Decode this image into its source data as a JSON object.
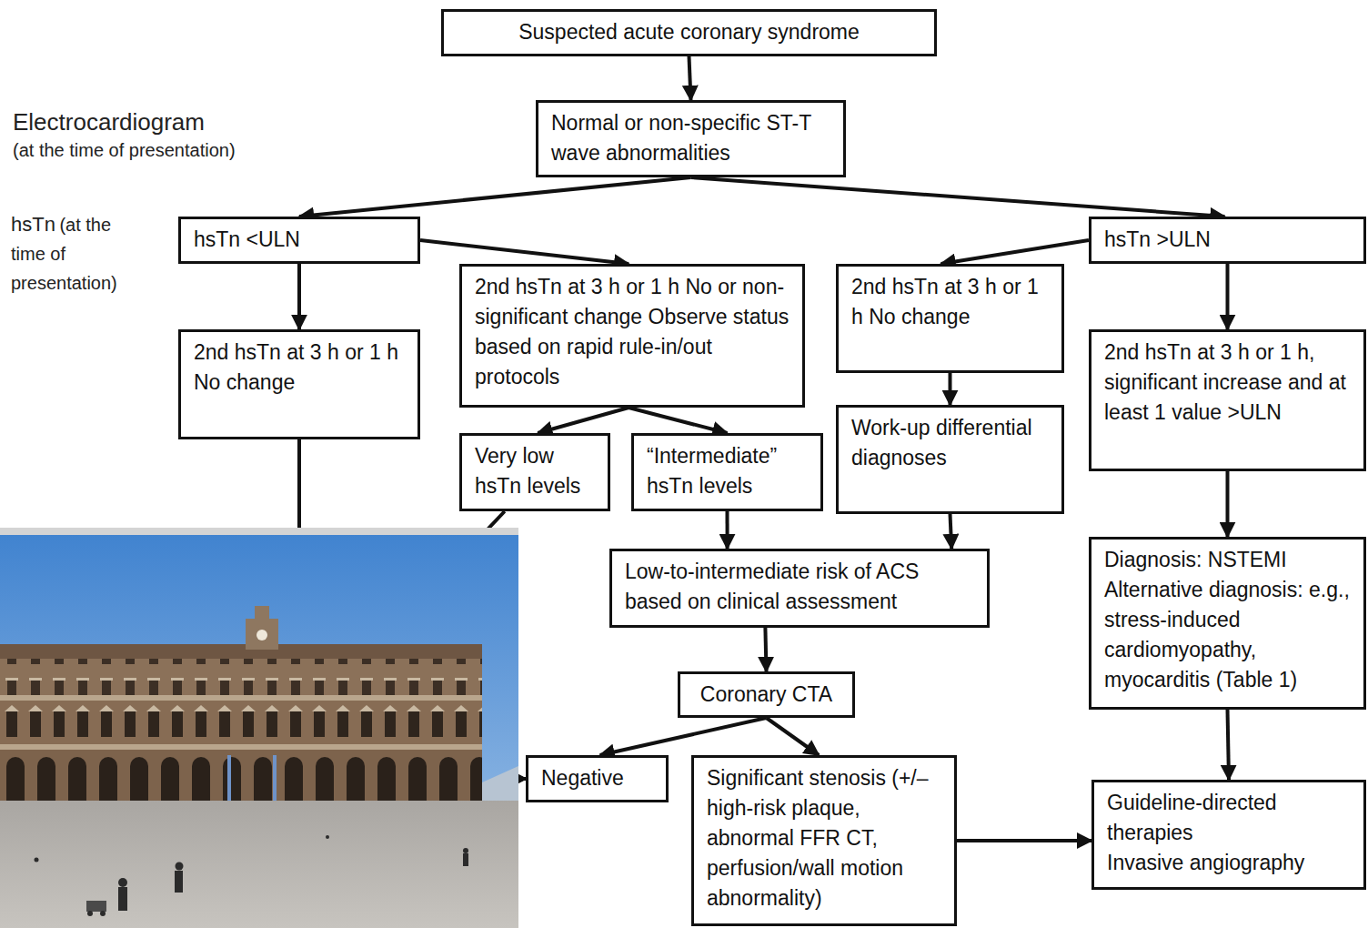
{
  "diagram": {
    "nodes": [
      {
        "text": [
          "Suspected acute coronary syndrome"
        ]
      },
      {
        "text": [
          "Normal or non-specific ST-T wave abnormalities"
        ]
      },
      {
        "text": [
          "hsTn <ULN"
        ]
      },
      {
        "text": [
          "hsTn >ULN"
        ]
      },
      {
        "text": [
          "2nd hsTn at 3 h or 1 h No or non-significant change Observe status based on rapid rule-in/out protocols"
        ]
      },
      {
        "text": [
          "2nd hsTn at 3 h or 1 h No change"
        ]
      },
      {
        "text": [
          "2nd hsTn at 3 h or 1 h No change"
        ]
      },
      {
        "text": [
          "2nd hsTn at 3 h or 1 h, significant increase and at least 1 value >ULN"
        ]
      },
      {
        "text": [
          "Very low hsTn levels"
        ]
      },
      {
        "text": [
          "“Intermediate” hsTn levels"
        ]
      },
      {
        "text": [
          "Work-up differential diagnoses"
        ]
      },
      {
        "text": [
          "Low-to-intermediate risk of ACS based on clinical assessment"
        ]
      },
      {
        "text": [
          "Diagnosis: NSTEMI",
          "Alternative diagnosis: e.g., stress-induced cardiomyopathy, myocarditis (Table 1)"
        ]
      },
      {
        "text": [
          "Coronary CTA"
        ]
      },
      {
        "text": [
          "Negative"
        ]
      },
      {
        "text": [
          "Significant stenosis (+/– high-risk plaque, abnormal FFR CT, perfusion/wall motion abnormality)"
        ]
      },
      {
        "text": [
          "Guideline-directed therapies",
          "Invasive angiography"
        ]
      }
    ],
    "edges": [
      {
        "from": 0,
        "to": 1,
        "arrow": "to"
      },
      {
        "from": 1,
        "to": 2,
        "arrow": "to"
      },
      {
        "from": 1,
        "to": 3,
        "arrow": "to"
      },
      {
        "from": 2,
        "to": 6,
        "arrow": "to"
      },
      {
        "from": 2,
        "to": 4,
        "arrow": "to"
      },
      {
        "from": 3,
        "to": 5,
        "arrow": "to"
      },
      {
        "from": 3,
        "to": 7,
        "arrow": "to"
      },
      {
        "from": 4,
        "to": 8,
        "arrow": "to"
      },
      {
        "from": 4,
        "to": 9,
        "arrow": "to"
      },
      {
        "from": 9,
        "to": 11,
        "arrow": "to"
      },
      {
        "from": 10,
        "to": 11,
        "arrow": "to"
      },
      {
        "from": 5,
        "to": 10,
        "arrow": "to"
      },
      {
        "from": 6,
        "to": 14,
        "arrow": "to"
      },
      {
        "from": 8,
        "to": 14,
        "arrow": "to"
      },
      {
        "from": 11,
        "to": 13,
        "arrow": "to"
      },
      {
        "from": 13,
        "to": 14,
        "arrow": "to"
      },
      {
        "from": 13,
        "to": 15,
        "arrow": "to"
      },
      {
        "from": 7,
        "to": 12,
        "arrow": "to"
      },
      {
        "from": 12,
        "to": 16,
        "arrow": "to"
      },
      {
        "from": 15,
        "to": 16,
        "arrow": "to"
      }
    ],
    "labels": [
      "Electrocardiogram",
      "(at the time of presentation)",
      "hsTn",
      "(at the time of presentation)"
    ]
  }
}
